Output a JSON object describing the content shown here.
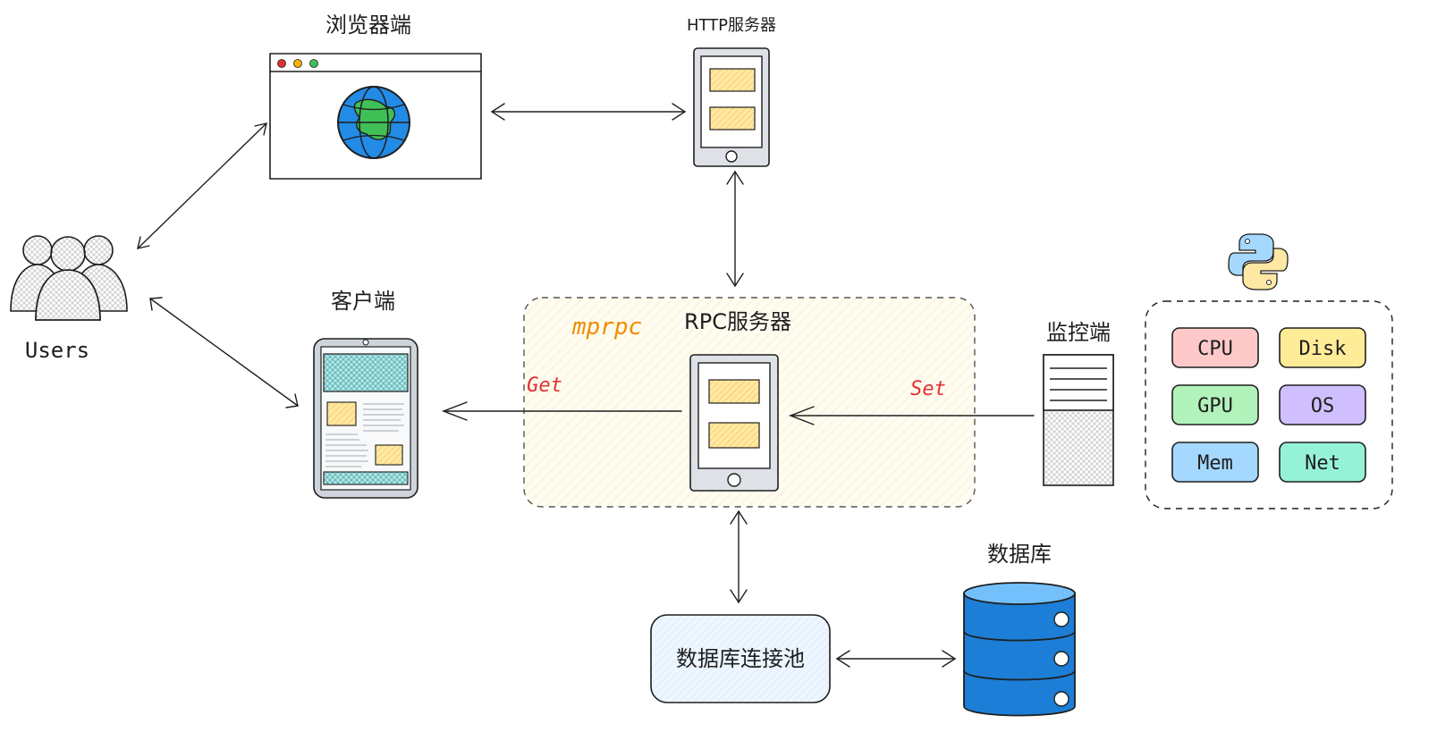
{
  "labels": {
    "browser": "浏览器端",
    "http_server": "HTTP服务器",
    "users": "Users",
    "client": "客户端",
    "rpc_server": "RPC服务器",
    "mprpc": "mprpc",
    "get": "Get",
    "set": "Set",
    "monitor": "监控端",
    "database": "数据库",
    "db_pool": "数据库连接池"
  },
  "metrics": [
    {
      "label": "CPU",
      "color": "#ffc9c9"
    },
    {
      "label": "Disk",
      "color": "#ffec99"
    },
    {
      "label": "GPU",
      "color": "#b2f2bb"
    },
    {
      "label": "OS",
      "color": "#d0bfff"
    },
    {
      "label": "Mem",
      "color": "#a5d8ff"
    },
    {
      "label": "Net",
      "color": "#96f2d7"
    }
  ],
  "colors": {
    "accent_orange": "#f08c00",
    "accent_red": "#e03131",
    "note_yellow": "#ffe8a3",
    "rpc_bg": "#fff9db",
    "db_blue": "#1c7ed6",
    "pool_bg": "#e7f5ff"
  },
  "icons": {
    "browser": "browser-window-icon",
    "globe": "globe-icon",
    "http": "phone-server-icon",
    "users": "users-group-icon",
    "client": "tablet-icon",
    "rpc": "phone-server-icon",
    "monitor": "server-tower-icon",
    "database": "database-cylinder-icon",
    "python": "python-logo-icon"
  }
}
